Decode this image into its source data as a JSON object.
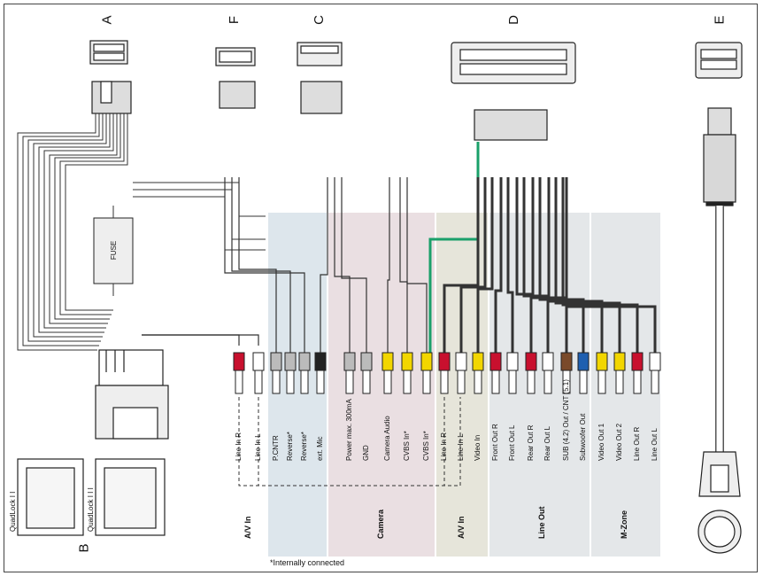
{
  "connectors": {
    "A": "A",
    "B": "B",
    "C": "C",
    "D": "D",
    "E": "E",
    "F": "F"
  },
  "fuse_label": "FUSE",
  "quadlock": [
    "QuadLock I I",
    "QuadLock I I I"
  ],
  "wires": [
    {
      "label": "Line In R",
      "color": "#c8102e"
    },
    {
      "label": "Line In L",
      "color": "#ffffff"
    },
    {
      "label": "P.CNTR",
      "color": "#bbbbbb"
    },
    {
      "label": "Reverse*",
      "color": "#bbbbbb"
    },
    {
      "label": "Reverse*",
      "color": "#bbbbbb"
    },
    {
      "label": "ext. Mic",
      "color": "#222222"
    },
    {
      "label": "Power max. 300mA",
      "color": "#bbbbbb"
    },
    {
      "label": "GND",
      "color": "#bbbbbb"
    },
    {
      "label": "Camera Audio",
      "color": "#f2d600"
    },
    {
      "label": "CVBS In*",
      "color": "#f2d600"
    },
    {
      "label": "CVBS In*",
      "color": "#f2d600"
    },
    {
      "label": "Line In R",
      "color": "#c8102e"
    },
    {
      "label": "Line In L",
      "color": "#ffffff"
    },
    {
      "label": "Video In",
      "color": "#f2d600"
    },
    {
      "label": "Front Out R",
      "color": "#c8102e"
    },
    {
      "label": "Front Out L",
      "color": "#ffffff"
    },
    {
      "label": "Rear Out R",
      "color": "#c8102e"
    },
    {
      "label": "Rear Out L",
      "color": "#ffffff"
    },
    {
      "label": "SUB (4.2) Out / CNT (5.1)",
      "color": "#7a4a2a"
    },
    {
      "label": "Subwoofer Out",
      "color": "#1f5fb0"
    },
    {
      "label": "Video Out 1",
      "color": "#f2d600"
    },
    {
      "label": "Video Out 2",
      "color": "#f2d600"
    },
    {
      "label": "Line Out R",
      "color": "#c8102e"
    },
    {
      "label": "Line Out L",
      "color": "#ffffff"
    }
  ],
  "groups": [
    {
      "label": "A/V In",
      "color": "#ffffff"
    },
    {
      "label": "Camera",
      "color": "#eadfe2"
    },
    {
      "label": "A/V In",
      "color": "#e6e5da"
    },
    {
      "label": "Line Out",
      "color": "#e3e6e8"
    },
    {
      "label": "M-Zone",
      "color": "#e3e6e8"
    }
  ],
  "footnote": "*Internally connected",
  "colors": {
    "panel_blue": "#dde6ec",
    "panel_pink": "#eadfe2",
    "panel_beige": "#e6e5da",
    "panel_grey": "#e4e7e9",
    "green": "#1aa06a"
  }
}
